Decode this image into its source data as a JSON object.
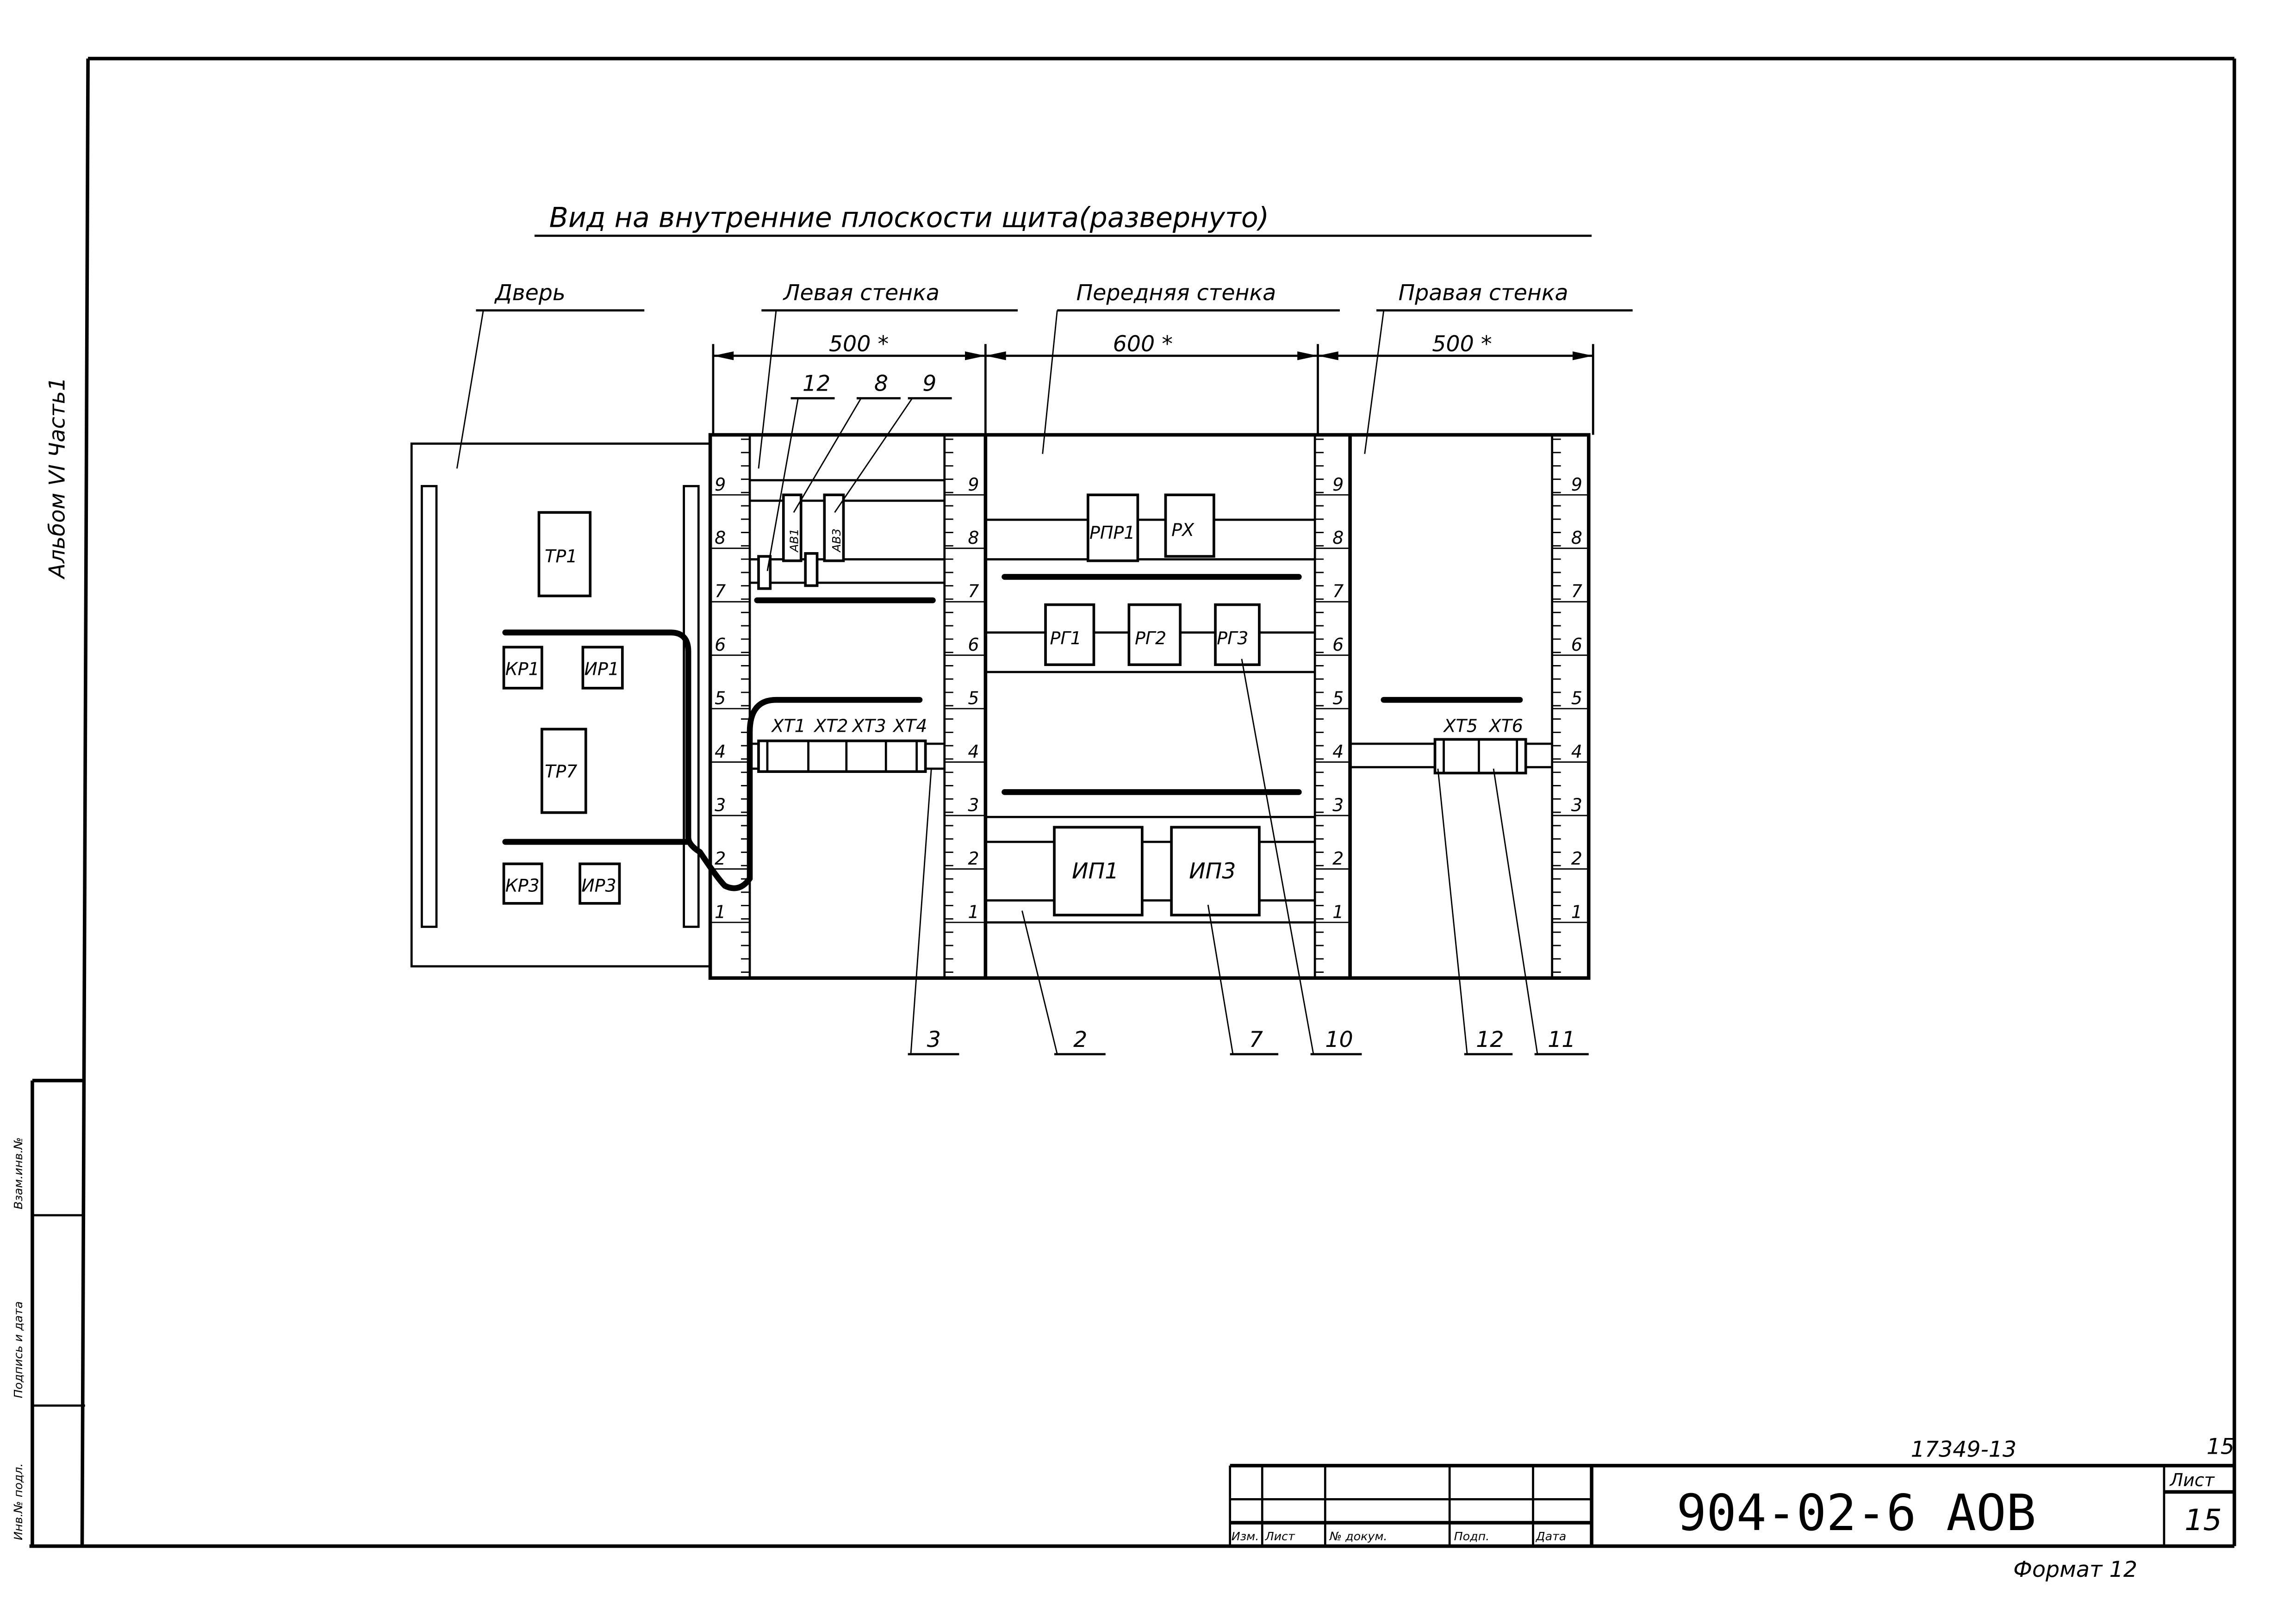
{
  "title": "Вид на внутренние плоскости щита(развернуто)",
  "album_label": "Альбом VI Часть1",
  "side_stamp": {
    "replaced_inv": "Взам.инв.№",
    "signature_date": "Подпись и дата",
    "orig_inv": "Инв.№ подл."
  },
  "sections": {
    "door": "Дверь",
    "left_wall": "Левая стенка",
    "front_wall": "Передняя стенка",
    "right_wall": "Правая стенка"
  },
  "dimensions": {
    "left": "500 *",
    "front": "600 *",
    "right": "500 *"
  },
  "scale_levels": [
    "1",
    "2",
    "3",
    "4",
    "5",
    "6",
    "7",
    "8",
    "9"
  ],
  "door_devices": {
    "tr1": "ТР1",
    "kr1": "КР1",
    "ir1": "ИР1",
    "tr7": "ТР7",
    "kr3": "КР3",
    "ir3": "ИР3"
  },
  "left_wall_devices": {
    "av1": "АВ1",
    "av3": "АВ3",
    "xt1": "ХТ1",
    "xt2": "ХТ2",
    "xt3": "ХТ3",
    "xt4": "ХТ4"
  },
  "front_wall_devices": {
    "rpr1": "РПР1",
    "rx": "РХ",
    "rg1": "РГ1",
    "rg2": "РГ2",
    "rg3": "РГ3",
    "ip1": "ИП1",
    "ip3": "ИП3"
  },
  "right_wall_devices": {
    "xt5": "ХТ5",
    "xt6": "ХТ6"
  },
  "callouts_top": [
    "12",
    "8",
    "9"
  ],
  "callouts_bottom": [
    "3",
    "2",
    "7",
    "10",
    "12",
    "11"
  ],
  "title_block": {
    "doc_code": "904-02-6 АОВ",
    "columns": [
      "Изм.",
      "Лист",
      "№ докум.",
      "Подп.",
      "Дата"
    ],
    "sheet_label": "Лист",
    "sheet_number": "15",
    "archive_number": "17349-13",
    "corner_number": "15",
    "format_label": "Формат 12"
  }
}
